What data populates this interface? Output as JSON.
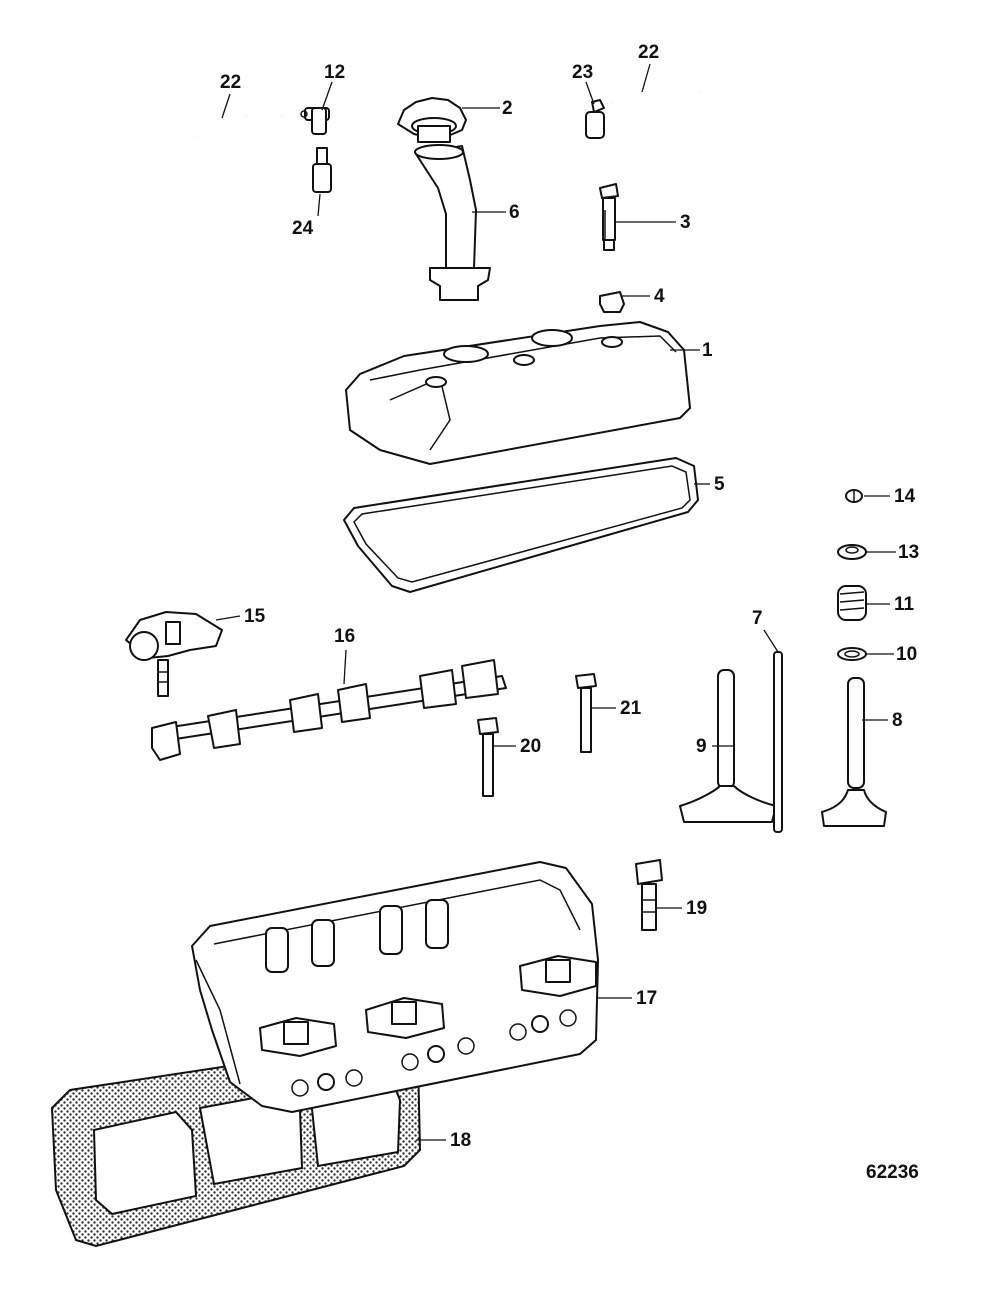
{
  "diagram": {
    "reference_number": "62236",
    "parts": [
      {
        "id": "p1",
        "label": "1"
      },
      {
        "id": "p2",
        "label": "2"
      },
      {
        "id": "p3",
        "label": "3"
      },
      {
        "id": "p4",
        "label": "4"
      },
      {
        "id": "p5",
        "label": "5"
      },
      {
        "id": "p6",
        "label": "6"
      },
      {
        "id": "p7",
        "label": "7"
      },
      {
        "id": "p8",
        "label": "8"
      },
      {
        "id": "p9",
        "label": "9"
      },
      {
        "id": "p10",
        "label": "10"
      },
      {
        "id": "p11",
        "label": "11"
      },
      {
        "id": "p12",
        "label": "12"
      },
      {
        "id": "p13",
        "label": "13"
      },
      {
        "id": "p14",
        "label": "14"
      },
      {
        "id": "p15",
        "label": "15"
      },
      {
        "id": "p16",
        "label": "16"
      },
      {
        "id": "p17",
        "label": "17"
      },
      {
        "id": "p18",
        "label": "18"
      },
      {
        "id": "p19",
        "label": "19"
      },
      {
        "id": "p20",
        "label": "20"
      },
      {
        "id": "p21",
        "label": "21"
      },
      {
        "id": "p22a",
        "label": "22"
      },
      {
        "id": "p22b",
        "label": "22"
      },
      {
        "id": "p23",
        "label": "23"
      },
      {
        "id": "p24",
        "label": "24"
      }
    ]
  }
}
